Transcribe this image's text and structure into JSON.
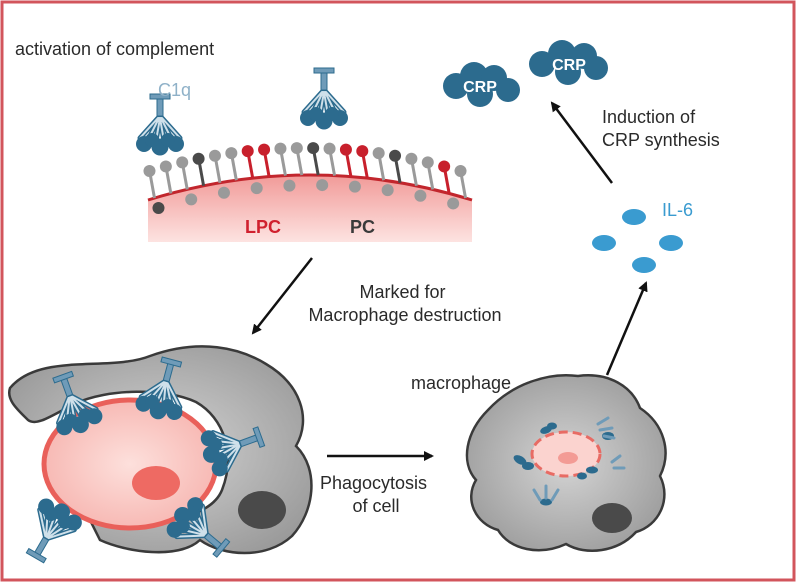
{
  "labels": {
    "activation": "activation of complement",
    "c1q": "C1q",
    "lpc": "LPC",
    "pc": "PC",
    "crp_1": "CRP",
    "crp_2": "CRP",
    "induction_line1": "Induction of",
    "induction_line2": "CRP synthesis",
    "il6": "IL-6",
    "marked_line1": "Marked for",
    "marked_line2": "Macrophage destruction",
    "macrophage": "macrophage",
    "phago_line1": "Phagocytosis",
    "phago_line2": "of cell"
  },
  "colors": {
    "frame": "#d2555c",
    "c1q_blue": "#2c6b8e",
    "c1q_light": "#9ab8cc",
    "il6_blue": "#3a9bd0",
    "lpc_red": "#d0202e",
    "membrane_pink": "#f4aaa6",
    "gray_cell": "#a6a6a6",
    "text": "#2a2a2a"
  }
}
